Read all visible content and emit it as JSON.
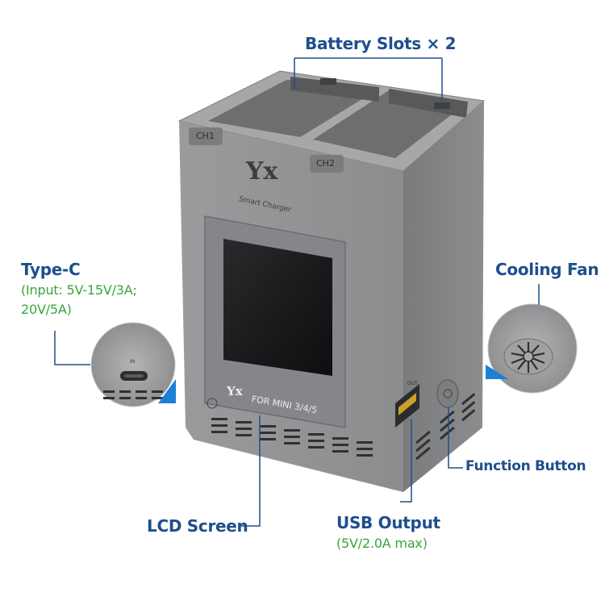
{
  "labels": {
    "battery_slots": "Battery Slots × 2",
    "type_c_title": "Type-C",
    "type_c_sub1": "(Input: 5V-15V/3A;",
    "type_c_sub2": "20V/5A)",
    "cooling_fan": "Cooling Fan",
    "function_button": "Function Button",
    "lcd_screen": "LCD Screen",
    "usb_output_title": "USB Output",
    "usb_output_sub": "(5V/2.0A max)"
  },
  "device": {
    "slot_label_1": "CH1",
    "slot_label_2": "CH2",
    "logo_text": "Yx",
    "brand_text": "Smart Charger",
    "model_text": "FOR MINI 3/4/5",
    "in_port_text": "IN",
    "out_port_text": "OUT"
  },
  "colors": {
    "label_blue": "#1f4e8c",
    "label_green": "#3aa53a",
    "body_gray": "#8a8b8d",
    "body_dark": "#6e6f71",
    "screen": "#1b1b1d",
    "accent_blue": "#1e7fd6"
  }
}
